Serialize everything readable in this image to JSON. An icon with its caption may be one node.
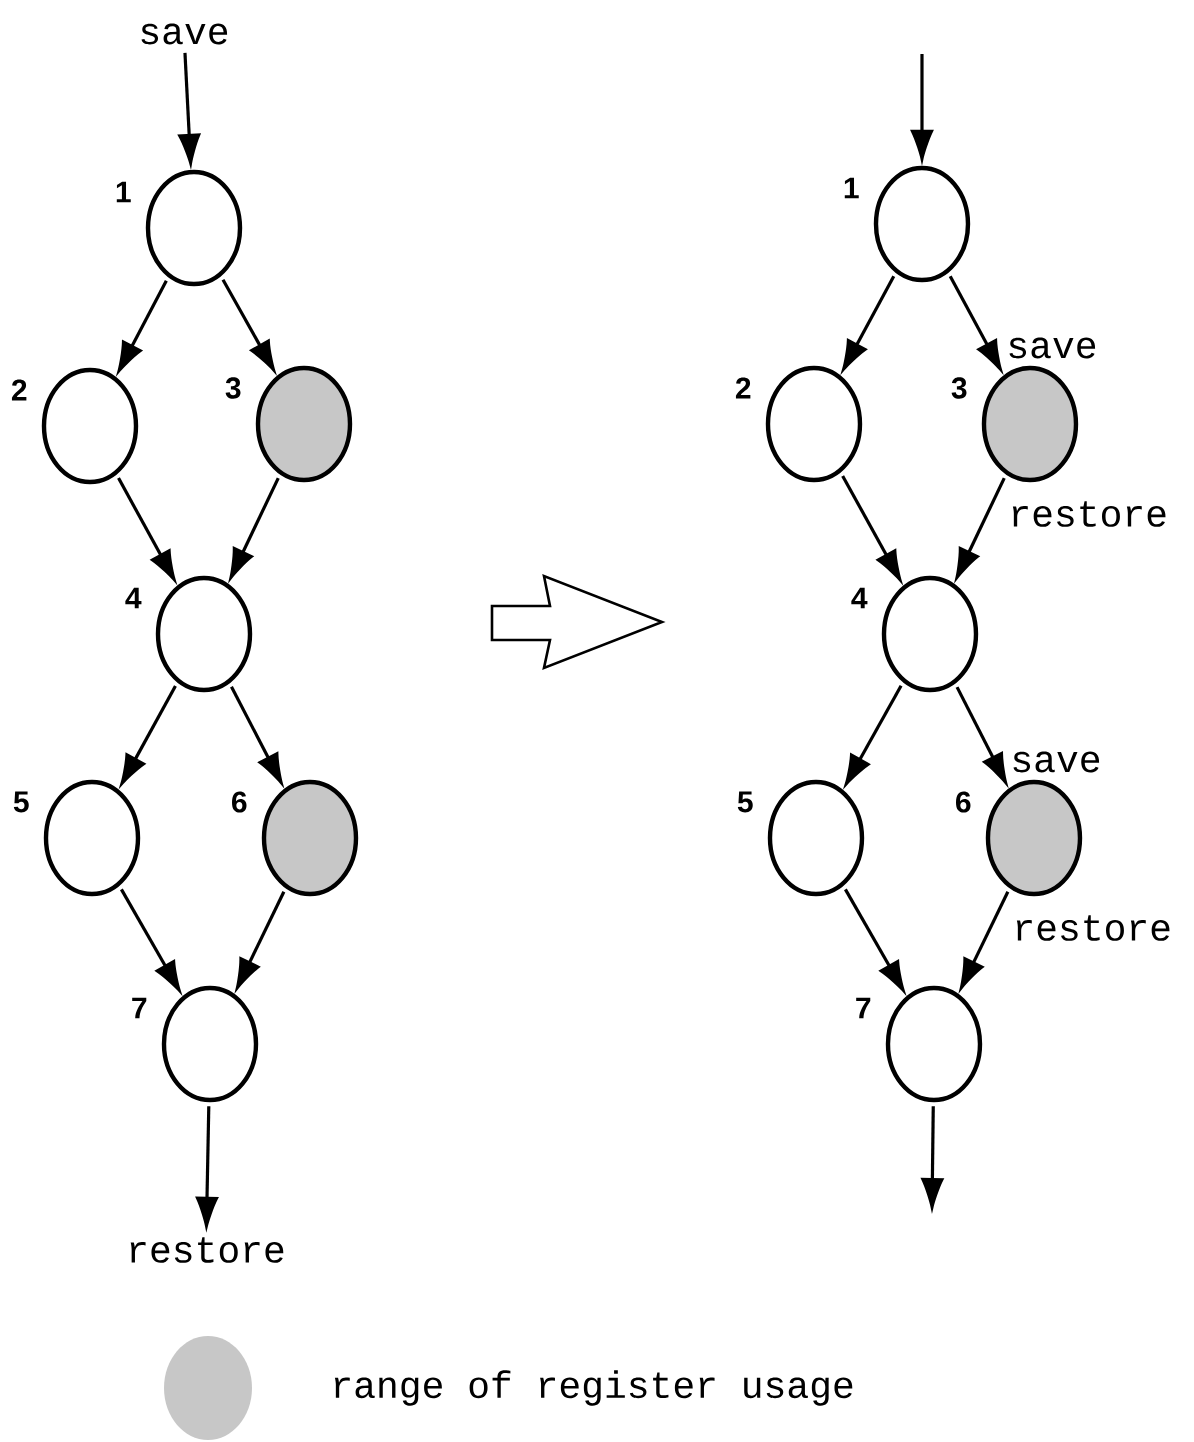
{
  "diagram": {
    "nodes": [
      {
        "text": [
          "save"
        ]
      },
      {
        "text": [],
        "shape": "circle",
        "beside": [
          "1"
        ]
      },
      {
        "text": [],
        "shape": "circle",
        "beside": [
          "2"
        ]
      },
      {
        "text": [],
        "shape": "circle",
        "beside": [
          "3"
        ]
      },
      {
        "text": [],
        "shape": "circle",
        "beside": [
          "4"
        ]
      },
      {
        "text": [],
        "shape": "circle",
        "beside": [
          "5"
        ]
      },
      {
        "text": [],
        "shape": "circle",
        "beside": [
          "6"
        ]
      },
      {
        "text": [],
        "shape": "circle",
        "beside": [
          "7"
        ]
      },
      {
        "text": [
          "restore"
        ]
      },
      {
        "text": [],
        "shape": "circle",
        "beside": [
          "1"
        ]
      },
      {
        "text": [],
        "shape": "circle",
        "beside": [
          "2"
        ]
      },
      {
        "text": [],
        "shape": "circle",
        "beside": [
          "3",
          "save",
          "restore"
        ]
      },
      {
        "text": [],
        "shape": "circle",
        "beside": [
          "4"
        ]
      },
      {
        "text": [],
        "shape": "circle",
        "beside": [
          "5"
        ]
      },
      {
        "text": [],
        "shape": "circle",
        "beside": [
          "6",
          "save",
          "restore"
        ]
      },
      {
        "text": [],
        "shape": "circle",
        "beside": [
          "7"
        ]
      }
    ],
    "edges": [
      {
        "from": 0,
        "to": 1,
        "arrow": "to"
      },
      {
        "from": 1,
        "to": 2,
        "arrow": "to"
      },
      {
        "from": 1,
        "to": 3,
        "arrow": "to"
      },
      {
        "from": 2,
        "to": 4,
        "arrow": "to"
      },
      {
        "from": 3,
        "to": 4,
        "arrow": "to"
      },
      {
        "from": 4,
        "to": 5,
        "arrow": "to"
      },
      {
        "from": 4,
        "to": 6,
        "arrow": "to"
      },
      {
        "from": 5,
        "to": 7,
        "arrow": "to"
      },
      {
        "from": 6,
        "to": 7,
        "arrow": "to"
      },
      {
        "from": 7,
        "to": 8,
        "arrow": "to"
      },
      {
        "from": null,
        "to": 9,
        "arrow": "to"
      },
      {
        "from": 9,
        "to": 10,
        "arrow": "to"
      },
      {
        "from": 9,
        "to": 11,
        "arrow": "to"
      },
      {
        "from": 10,
        "to": 12,
        "arrow": "to"
      },
      {
        "from": 11,
        "to": 12,
        "arrow": "to"
      },
      {
        "from": 12,
        "to": 13,
        "arrow": "to"
      },
      {
        "from": 12,
        "to": 14,
        "arrow": "to"
      },
      {
        "from": 13,
        "to": 15,
        "arrow": "to"
      },
      {
        "from": 14,
        "to": 15,
        "arrow": "to"
      },
      {
        "from": 15,
        "to": null,
        "arrow": "to"
      }
    ],
    "legend": [
      {
        "text": "range of register usage"
      }
    ]
  }
}
